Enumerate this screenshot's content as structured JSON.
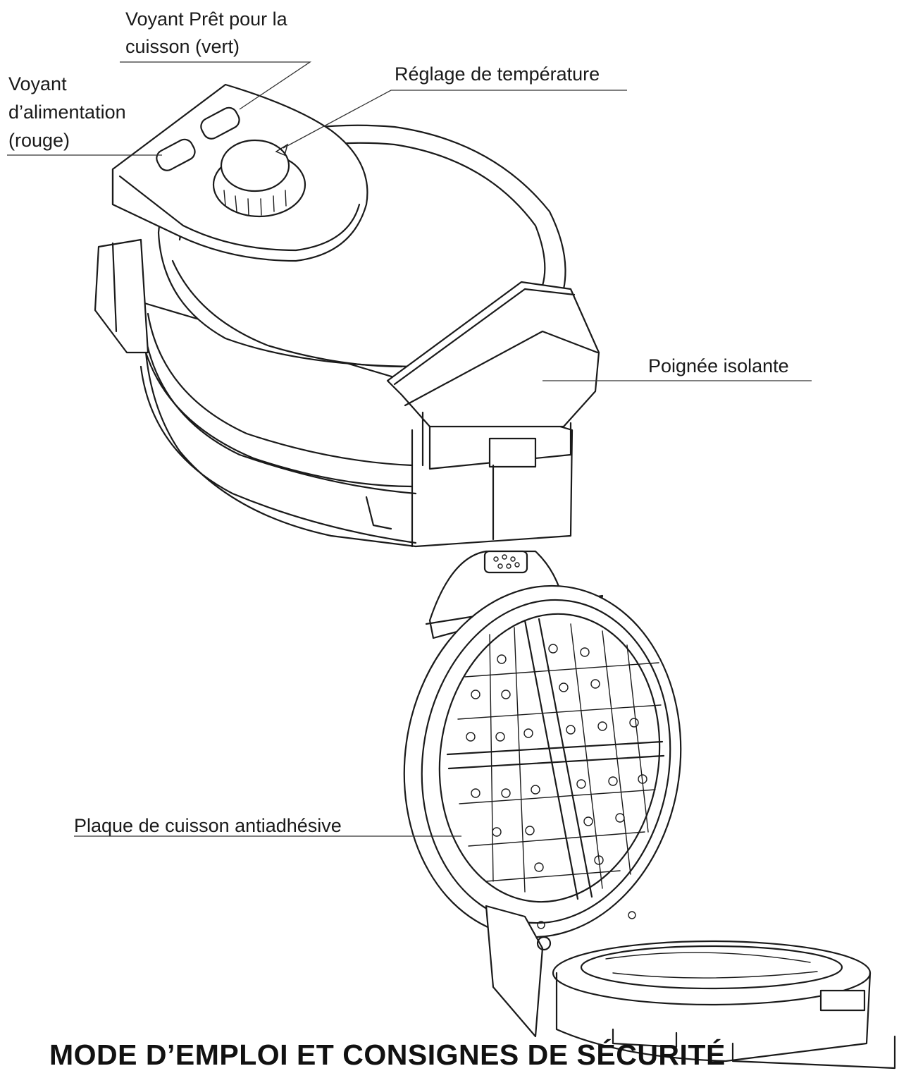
{
  "labels": {
    "ready_light_line1": "Voyant Prêt pour la",
    "ready_light_line2": "cuisson (vert)",
    "power_light_line1": "Voyant",
    "power_light_line2": "d’alimentation",
    "power_light_line3": "(rouge)",
    "temperature": "Réglage de température",
    "handle": "Poignée isolante",
    "plate": "Plaque de cuisson antiadhésive"
  },
  "title": "MODE D’EMPLOI ET CONSIGNES DE SÉCURITÉ"
}
